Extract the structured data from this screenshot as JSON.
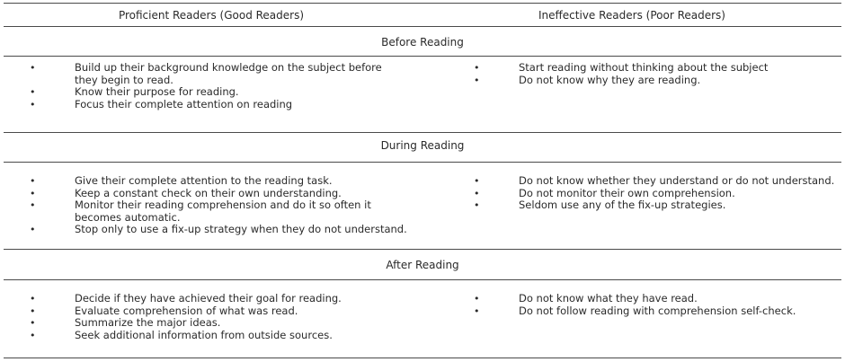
{
  "table": {
    "columns": [
      "Proficient Readers (Good Readers)",
      "Ineffective Readers (Poor Readers)"
    ],
    "bullet": "•",
    "sections": [
      {
        "title": "Before Reading",
        "proficient": [
          "Build up their background knowledge on the subject before they begin to read.",
          "Know their purpose for reading.",
          "Focus their complete attention on reading"
        ],
        "ineffective": [
          "Start reading without thinking about the subject",
          "Do not know why they are reading."
        ]
      },
      {
        "title": "During Reading",
        "proficient": [
          "Give their complete attention to the reading task.",
          "Keep a constant check on their own understanding.",
          "Monitor their reading comprehension and do it so often it becomes automatic.",
          "Stop only to use a fix-up strategy when they do not understand."
        ],
        "ineffective": [
          "Do not know whether they understand or do not understand.",
          "Do not monitor their own comprehension.",
          "Seldom use any of the fix-up strategies."
        ]
      },
      {
        "title": "After Reading",
        "proficient": [
          "Decide if they have achieved their goal for reading.",
          "Evaluate comprehension of what was read.",
          "Summarize the major ideas.",
          "Seek additional information from outside sources."
        ],
        "ineffective": [
          "Do not know what they have read.",
          "Do not follow reading with comprehension self-check."
        ]
      }
    ]
  }
}
